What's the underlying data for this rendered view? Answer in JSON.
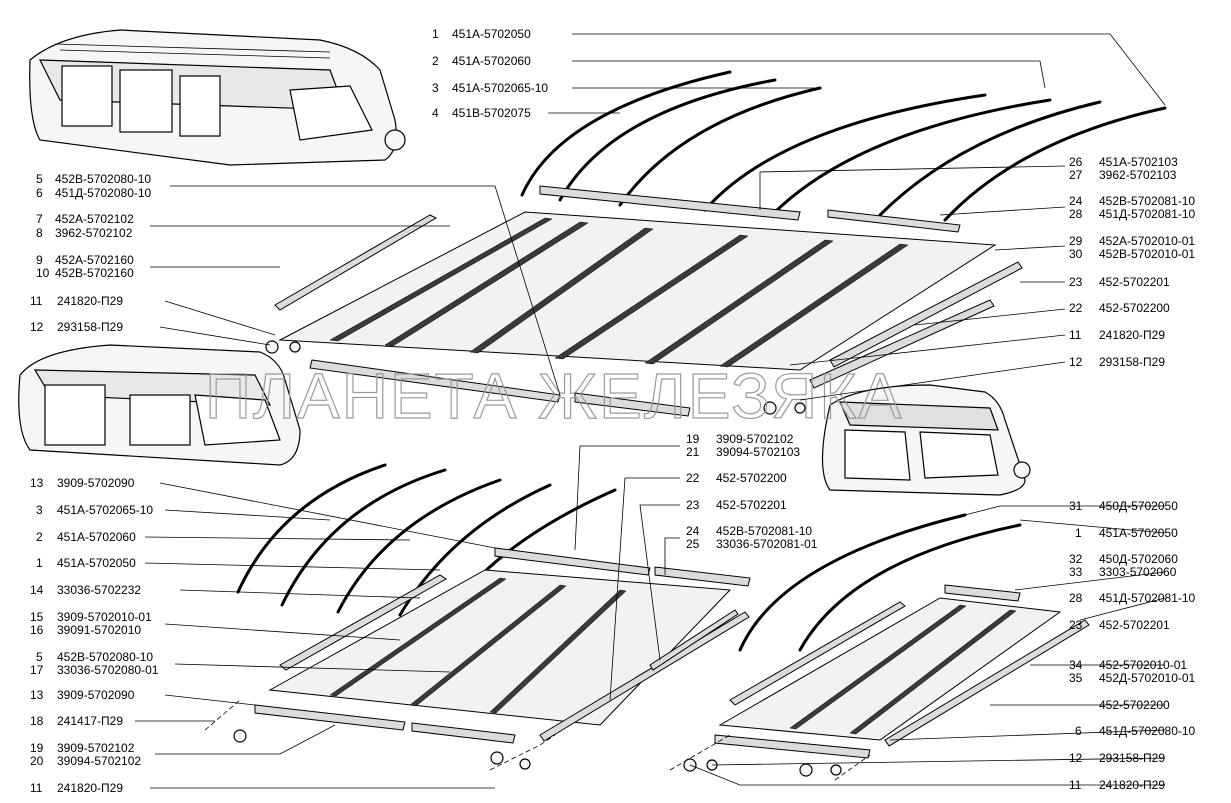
{
  "watermark": "ПЛАНЕТА ЖЕЛЕЗЯКА",
  "top_group": {
    "callouts_left": [
      {
        "num": "1",
        "part": "451А-5702050"
      },
      {
        "num": "2",
        "part": "451А-5702060"
      },
      {
        "num": "3",
        "part": "451А-5702065-10"
      },
      {
        "num": "4",
        "part": "451В-5702075"
      },
      {
        "num": "5",
        "part": "452В-5702080-10"
      },
      {
        "num": "6",
        "part": "451Д-5702080-10"
      },
      {
        "num": "7",
        "part": "452А-5702102"
      },
      {
        "num": "8",
        "part": "3962-5702102"
      },
      {
        "num": "9",
        "part": "452А-5702160"
      },
      {
        "num": "10",
        "part": "452В-5702160"
      },
      {
        "num": "11",
        "part": "241820-П29"
      },
      {
        "num": "12",
        "part": "293158-П29"
      }
    ],
    "callouts_right": [
      {
        "num": "26",
        "part": "451А-5702103"
      },
      {
        "num": "27",
        "part": "3962-5702103"
      },
      {
        "num": "24",
        "part": "452В-5702081-10"
      },
      {
        "num": "28",
        "part": "451Д-5702081-10"
      },
      {
        "num": "29",
        "part": "452А-5702010-01"
      },
      {
        "num": "30",
        "part": "452В-5702010-01"
      },
      {
        "num": "23",
        "part": "452-5702201"
      },
      {
        "num": "22",
        "part": "452-5702200"
      },
      {
        "num": "11",
        "part": "241820-П29"
      },
      {
        "num": "12",
        "part": "293158-П29"
      }
    ]
  },
  "bottom_left_group": {
    "callouts_left": [
      {
        "num": "13",
        "part": "3909-5702090"
      },
      {
        "num": "3",
        "part": "451А-5702065-10"
      },
      {
        "num": "2",
        "part": "451А-5702060"
      },
      {
        "num": "1",
        "part": "451А-5702050"
      },
      {
        "num": "14",
        "part": "33036-5702232"
      },
      {
        "num": "15",
        "part": "3909-5702010-01"
      },
      {
        "num": "16",
        "part": "39091-5702010"
      },
      {
        "num": "5",
        "part": "452В-5702080-10"
      },
      {
        "num": "17",
        "part": "33036-5702080-01"
      },
      {
        "num": "13",
        "part": "3909-5702090"
      },
      {
        "num": "18",
        "part": "241417-П29"
      },
      {
        "num": "19",
        "part": "3909-5702102"
      },
      {
        "num": "20",
        "part": "39094-5702102"
      },
      {
        "num": "11",
        "part": "241820-П29"
      }
    ],
    "callouts_mid": [
      {
        "num": "19",
        "part": "3909-5702102"
      },
      {
        "num": "21",
        "part": "39094-5702103"
      },
      {
        "num": "22",
        "part": "452-5702200"
      },
      {
        "num": "23",
        "part": "452-5702201"
      },
      {
        "num": "24",
        "part": "452В-5702081-10"
      },
      {
        "num": "25",
        "part": "33036-5702081-01"
      }
    ]
  },
  "bottom_right_group": {
    "callouts_right": [
      {
        "num": "31",
        "part": "450Д-5702050"
      },
      {
        "num": "1",
        "part": "451А-5702050"
      },
      {
        "num": "32",
        "part": "450Д-5702060"
      },
      {
        "num": "33",
        "part": "3303-5702060"
      },
      {
        "num": "28",
        "part": "451Д-5702081-10"
      },
      {
        "num": "23",
        "part": "452-5702201"
      },
      {
        "num": "34",
        "part": "452-5702010-01"
      },
      {
        "num": "35",
        "part": "452Д-5702010-01"
      },
      {
        "num": "",
        "part": "452-5702200"
      },
      {
        "num": "6",
        "part": "451Д-5702080-10"
      },
      {
        "num": "12",
        "part": "293158-П29"
      },
      {
        "num": "11",
        "part": "241820-П29"
      }
    ]
  }
}
